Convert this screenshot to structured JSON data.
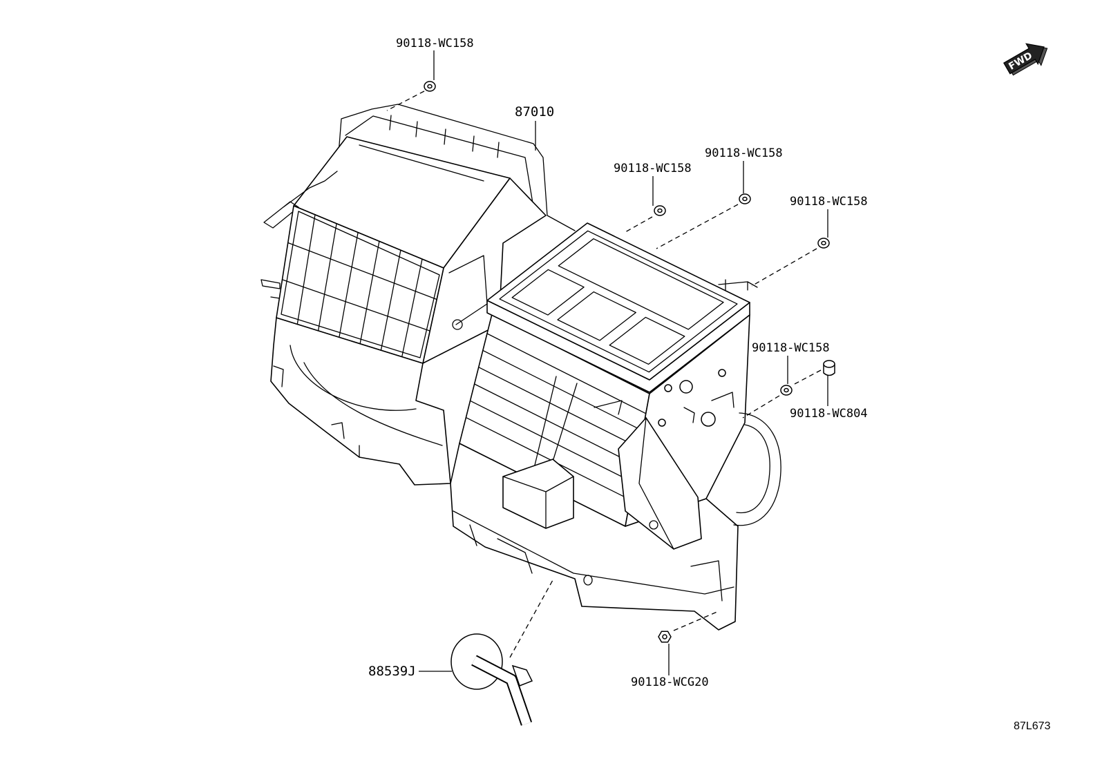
{
  "labels": {
    "washer_top": "90118-WC158",
    "housing": "87010",
    "washer_upper_mid": "90118-WC158",
    "washer_upper_right": "90118-WC158",
    "washer_right": "90118-WC158",
    "washer_lower_right": "90118-WC158",
    "clip": "90118-WC804",
    "nut": "90118-WCG20",
    "drain_hose": "88539J"
  },
  "direction_badge": "FWD",
  "figure_code": "87L673",
  "colors": {
    "line": "#000000",
    "background": "#ffffff"
  }
}
